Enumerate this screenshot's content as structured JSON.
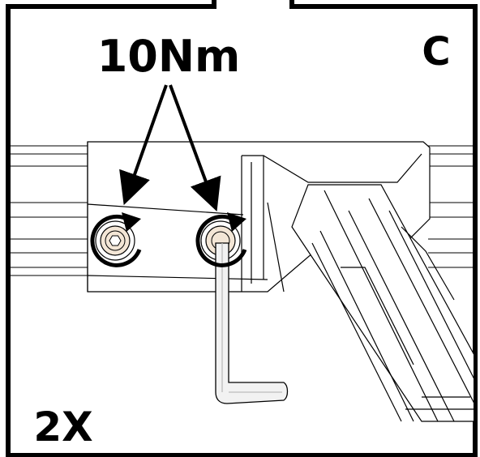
{
  "step_letter": "C",
  "torque_label": "10Nm",
  "quantity_label": "2X",
  "colors": {
    "line": "#000000",
    "paper": "#ffffff",
    "bolt_fill": "#f3e6d6",
    "wrench_fill": "#f2f2f2"
  },
  "icons": [
    "torque-arrow-icon",
    "rotation-arrow-icon",
    "hex-key-icon",
    "socket-cap-screw-icon"
  ]
}
